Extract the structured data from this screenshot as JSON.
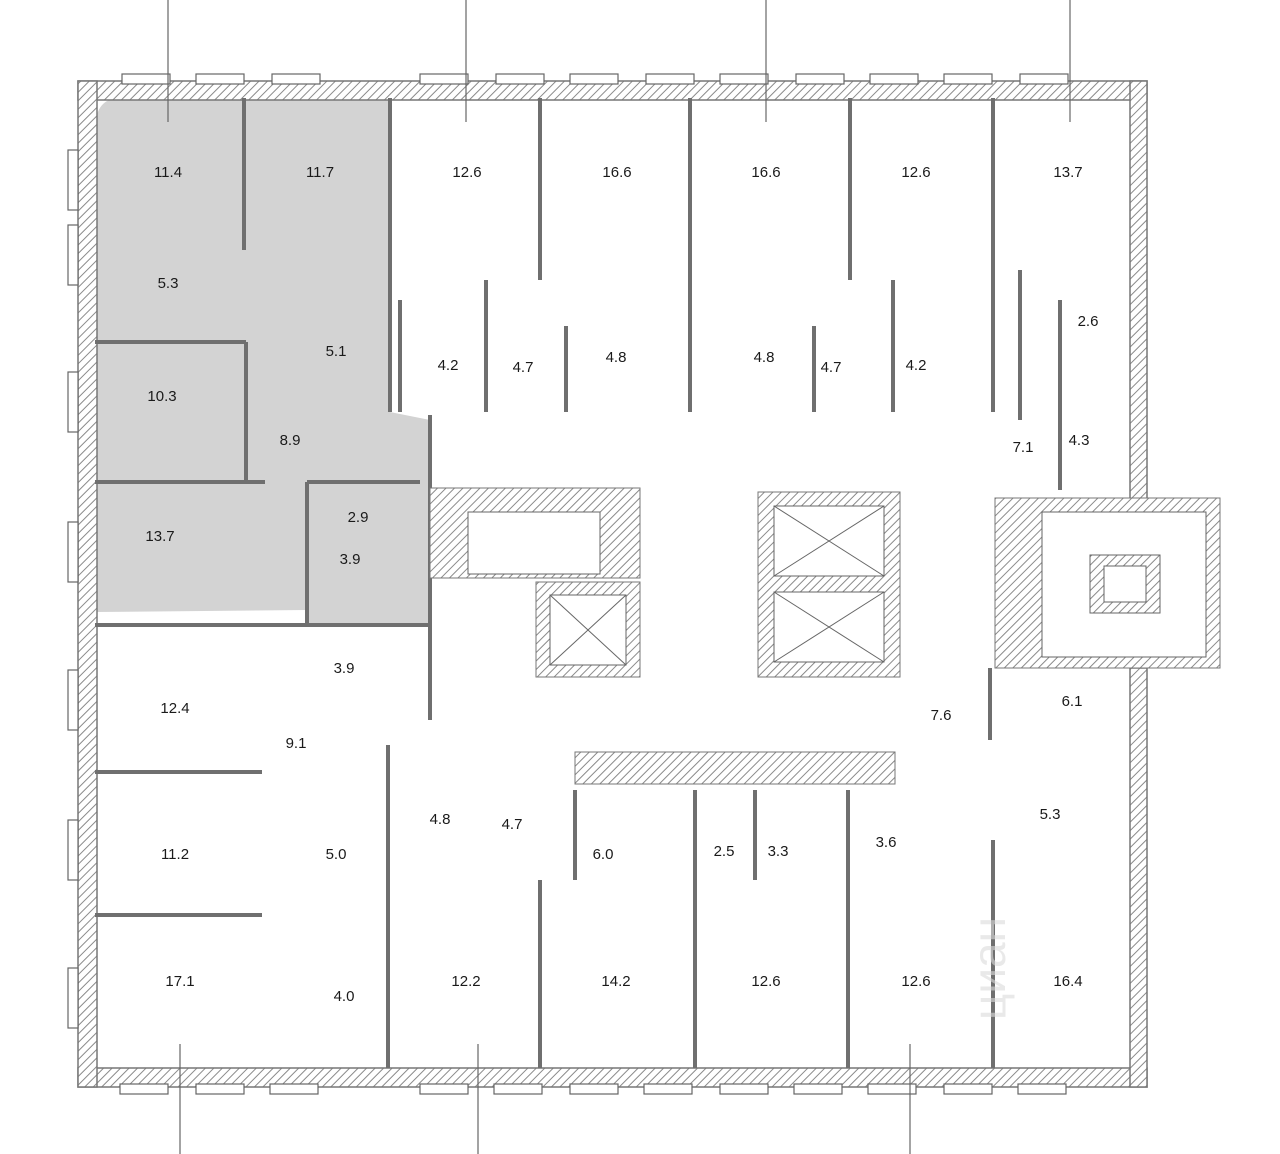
{
  "floor_plan": {
    "highlighted_unit_color": "#d3d3d3",
    "wall_color": "#777777",
    "watermark": "циан",
    "rooms": [
      {
        "area": "11.4",
        "highlighted": true
      },
      {
        "area": "11.7",
        "highlighted": true
      },
      {
        "area": "5.3",
        "highlighted": true
      },
      {
        "area": "5.1",
        "highlighted": false
      },
      {
        "area": "10.3",
        "highlighted": true
      },
      {
        "area": "8.9",
        "highlighted": true
      },
      {
        "area": "2.9",
        "highlighted": true
      },
      {
        "area": "13.7",
        "highlighted": true
      },
      {
        "area": "3.9",
        "highlighted": true
      },
      {
        "area": "12.6",
        "highlighted": false
      },
      {
        "area": "16.6",
        "highlighted": false
      },
      {
        "area": "4.2",
        "highlighted": false
      },
      {
        "area": "4.7",
        "highlighted": false
      },
      {
        "area": "4.8",
        "highlighted": false
      },
      {
        "area": "16.6",
        "highlighted": false
      },
      {
        "area": "4.8",
        "highlighted": false
      },
      {
        "area": "12.6",
        "highlighted": false
      },
      {
        "area": "4.7",
        "highlighted": false
      },
      {
        "area": "4.2",
        "highlighted": false
      },
      {
        "area": "13.7",
        "highlighted": false
      },
      {
        "area": "2.6",
        "highlighted": false
      },
      {
        "area": "7.1",
        "highlighted": false
      },
      {
        "area": "4.3",
        "highlighted": false
      },
      {
        "area": "12.4",
        "highlighted": false
      },
      {
        "area": "3.9",
        "highlighted": false
      },
      {
        "area": "9.1",
        "highlighted": false
      },
      {
        "area": "11.2",
        "highlighted": false
      },
      {
        "area": "5.0",
        "highlighted": false
      },
      {
        "area": "4.8",
        "highlighted": false
      },
      {
        "area": "4.7",
        "highlighted": false
      },
      {
        "area": "6.0",
        "highlighted": false
      },
      {
        "area": "2.5",
        "highlighted": false
      },
      {
        "area": "3.3",
        "highlighted": false
      },
      {
        "area": "3.6",
        "highlighted": false
      },
      {
        "area": "7.6",
        "highlighted": false
      },
      {
        "area": "6.1",
        "highlighted": false
      },
      {
        "area": "5.3",
        "highlighted": false
      },
      {
        "area": "17.1",
        "highlighted": false
      },
      {
        "area": "4.0",
        "highlighted": false
      },
      {
        "area": "12.2",
        "highlighted": false
      },
      {
        "area": "14.2",
        "highlighted": false
      },
      {
        "area": "12.6",
        "highlighted": false
      },
      {
        "area": "12.6",
        "highlighted": false
      },
      {
        "area": "16.4",
        "highlighted": false
      }
    ]
  }
}
